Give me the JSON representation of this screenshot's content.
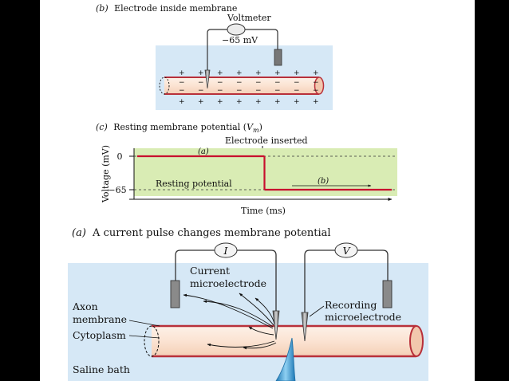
{
  "panel_b": {
    "heading_label": "(b)",
    "heading_text": "Electrode inside membrane",
    "voltmeter_label": "Voltmeter",
    "voltmeter_reading": "−65 mV",
    "plus_sign": "+",
    "minus_sign": "−"
  },
  "panel_c": {
    "heading_label": "(c)",
    "heading_text": "Resting membrane potential (",
    "heading_var": "V",
    "heading_sub": "m",
    "heading_close": ")",
    "annotation_electrode": "Electrode inserted",
    "annotation_a": "(a)",
    "annotation_b": "(b)",
    "annotation_resting": "Resting potential",
    "ylabel": "Voltage (mV)",
    "xlabel": "Time (ms)",
    "ytick_0": "0",
    "ytick_neg65": "−65"
  },
  "chart_data": {
    "type": "line",
    "title": "Resting membrane potential (Vm)",
    "xlabel": "Time (ms)",
    "ylabel": "Voltage (mV)",
    "yticks": [
      0,
      -65
    ],
    "series": [
      {
        "name": "(a)",
        "points": [
          [
            0,
            0
          ],
          [
            0.5,
            0
          ]
        ]
      },
      {
        "name": "(b)",
        "points": [
          [
            0.5,
            -65
          ],
          [
            1,
            -65
          ]
        ]
      }
    ],
    "annotations": [
      "Electrode inserted",
      "Resting potential"
    ]
  },
  "panel_a": {
    "heading_label": "(a)",
    "heading_text": "A current pulse changes membrane potential",
    "current_meter_symbol": "I",
    "voltage_meter_symbol": "V",
    "current_electrode_line1": "Current",
    "current_electrode_line2": "microelectrode",
    "recording_electrode_line1": "Recording",
    "recording_electrode_line2": "microelectrode",
    "axon_label_line1": "Axon",
    "axon_label_line2": "membrane",
    "cytoplasm_label": "Cytoplasm",
    "bath_label": "Saline bath"
  },
  "colors": {
    "bath": "#d6e8f6",
    "chart_bg": "#d9ecb4",
    "axon_fill": "#fbe6d7",
    "membrane": "#b8303a",
    "trace": "#c8102e",
    "needle": "#6f6f6f",
    "wire": "#333333",
    "pipette": "#3aa0d8"
  }
}
